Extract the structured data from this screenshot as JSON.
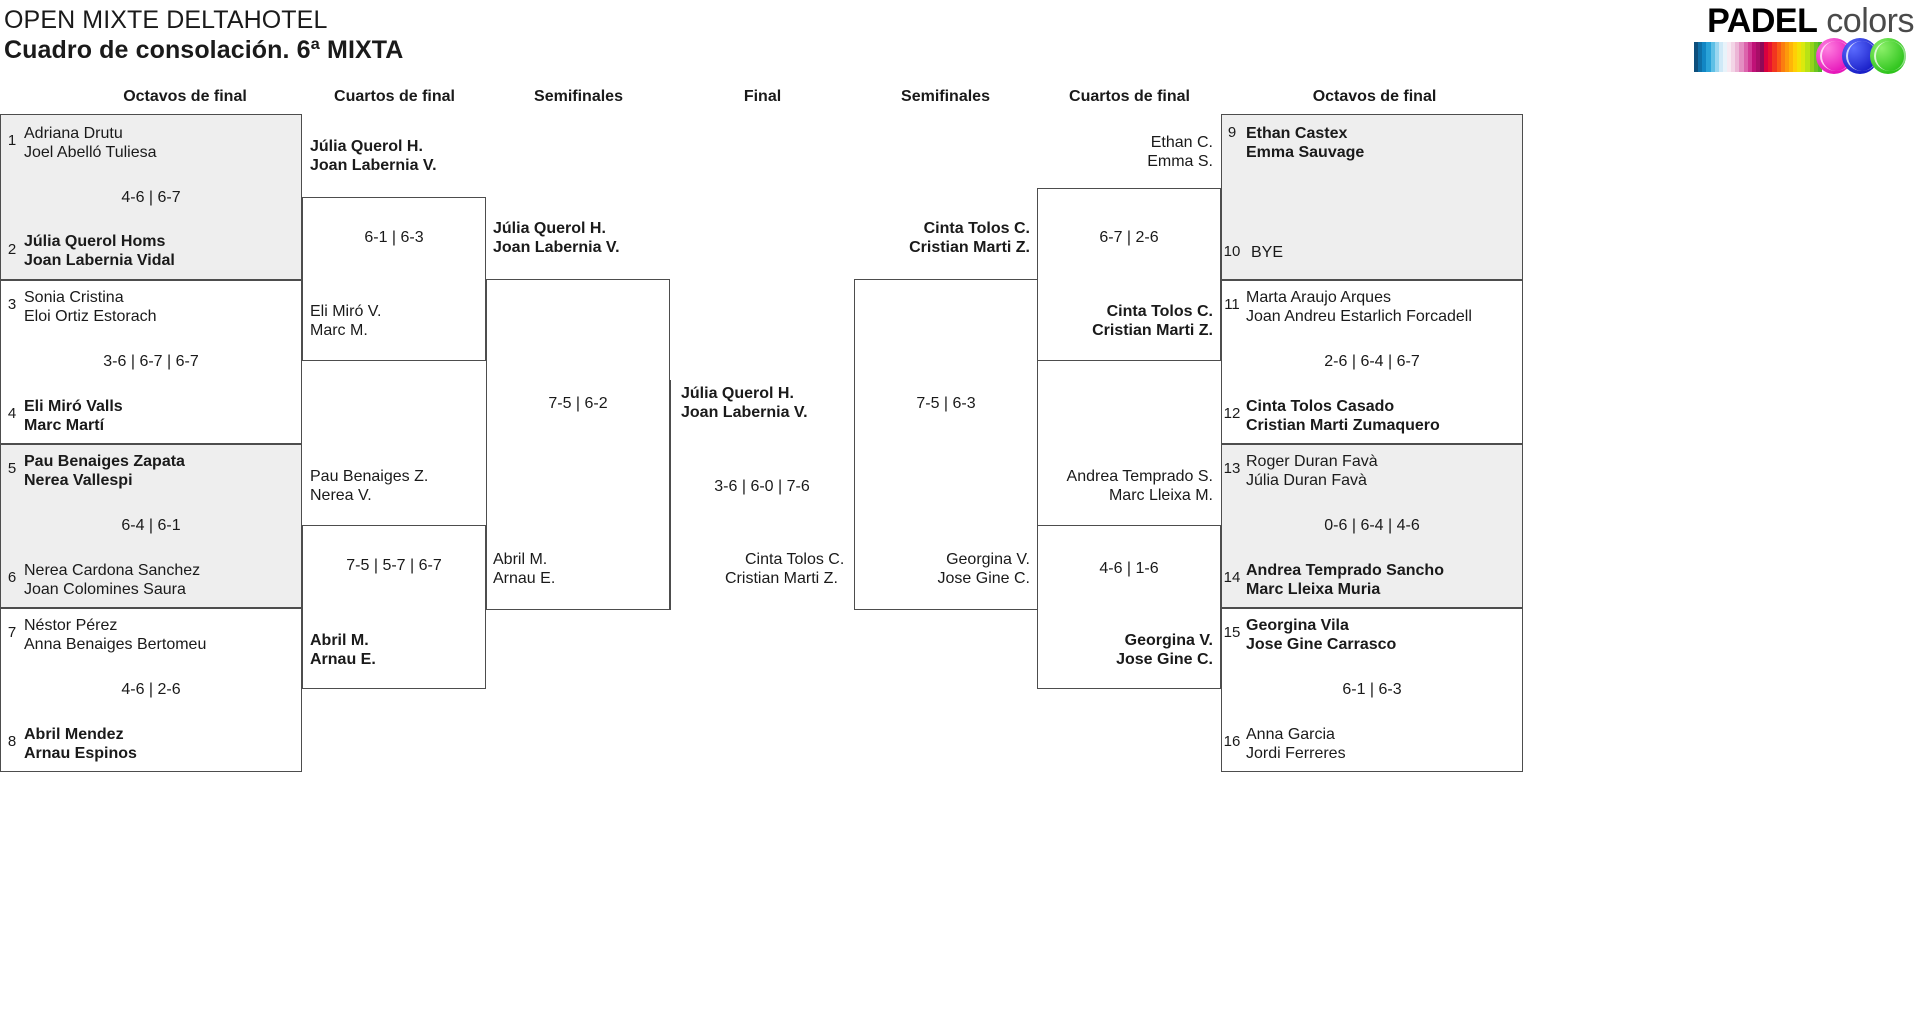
{
  "header": {
    "title": "OPEN MIXTE DELTAHOTEL",
    "subtitle": "Cuadro de consolación. 6ª MIXTA",
    "logo_bold": "PADEL",
    "logo_light": "colors"
  },
  "round_labels": {
    "l_octavos": "Octavos de final",
    "l_cuartos": "Cuartos de final",
    "l_semis": "Semifinales",
    "final": "Final",
    "r_semis": "Semifinales",
    "r_cuartos": "Cuartos de final",
    "r_octavos": "Octavos de final"
  },
  "left_octavos": [
    {
      "seed": "1",
      "p1": "Adriana Drutu",
      "p2": "Joel Abelló Tuliesa",
      "winner": false
    },
    {
      "seed": "2",
      "p1": "Júlia Querol Homs",
      "p2": "Joan Labernia Vidal",
      "winner": true
    },
    {
      "seed": "3",
      "p1": "Sonia Cristina",
      "p2": "Eloi Ortiz Estorach",
      "winner": false
    },
    {
      "seed": "4",
      "p1": "Eli Miró Valls",
      "p2": "Marc Martí",
      "winner": true
    },
    {
      "seed": "5",
      "p1": "Pau Benaiges Zapata",
      "p2": "Nerea Vallespi",
      "winner": true
    },
    {
      "seed": "6",
      "p1": "Nerea Cardona Sanchez",
      "p2": "Joan Colomines Saura",
      "winner": false
    },
    {
      "seed": "7",
      "p1": "Néstor Pérez",
      "p2": "Anna Benaiges Bertomeu",
      "winner": false
    },
    {
      "seed": "8",
      "p1": "Abril Mendez",
      "p2": "Arnau Espinos",
      "winner": true
    }
  ],
  "left_octavos_scores": [
    "4-6 | 6-7",
    "3-6 | 6-7 | 6-7",
    "6-4 | 6-1",
    "4-6 | 2-6"
  ],
  "left_cuartos": [
    {
      "p1": "Júlia Querol H.",
      "p2": "Joan Labernia V.",
      "winner": true,
      "score": "6-1 | 6-3"
    },
    {
      "p1": "Eli Miró V.",
      "p2": "Marc M.",
      "winner": false,
      "score": "6-1 | 6-3"
    },
    {
      "p1": "Pau Benaiges Z.",
      "p2": "Nerea V.",
      "winner": false,
      "score": "7-5 | 5-7 | 6-7"
    },
    {
      "p1": "Abril M.",
      "p2": "Arnau E.",
      "winner": true,
      "score": "7-5 | 5-7 | 6-7"
    }
  ],
  "left_semis": [
    {
      "p1": "Júlia Querol H.",
      "p2": "Joan Labernia V.",
      "winner": true
    },
    {
      "p1": "Abril M.",
      "p2": "Arnau E.",
      "winner": false
    }
  ],
  "left_semis_score": "7-5 | 6-2",
  "final": {
    "top": {
      "p1": "Júlia Querol H.",
      "p2": "Joan Labernia V.",
      "winner": true
    },
    "bottom": {
      "p1": "Cinta Tolos C.",
      "p2": "Cristian Marti Z.",
      "winner": false
    },
    "score": "3-6 | 6-0 | 7-6"
  },
  "right_semis": [
    {
      "p1": "Cinta Tolos C.",
      "p2": "Cristian Marti Z.",
      "winner": true
    },
    {
      "p1": "Georgina V.",
      "p2": "Jose Gine C.",
      "winner": false
    }
  ],
  "right_semis_score": "7-5 | 6-3",
  "right_cuartos": [
    {
      "p1": "Ethan C.",
      "p2": "Emma S.",
      "winner": false,
      "score": "6-7 | 2-6"
    },
    {
      "p1": "Cinta Tolos C.",
      "p2": "Cristian Marti Z.",
      "winner": true,
      "score": "6-7 | 2-6"
    },
    {
      "p1": "Andrea Temprado S.",
      "p2": "Marc Lleixa M.",
      "winner": false,
      "score": "4-6 | 1-6"
    },
    {
      "p1": "Georgina V.",
      "p2": "Jose Gine C.",
      "winner": true,
      "score": "4-6 | 1-6"
    }
  ],
  "right_octavos": [
    {
      "seed": "9",
      "p1": "Ethan Castex",
      "p2": "Emma Sauvage",
      "winner": true,
      "bye": false
    },
    {
      "seed": "10",
      "p1": "BYE",
      "p2": "",
      "winner": false,
      "bye": true
    },
    {
      "seed": "11",
      "p1": "Marta Araujo Arques",
      "p2": "Joan Andreu Estarlich Forcadell",
      "winner": false,
      "bye": false
    },
    {
      "seed": "12",
      "p1": "Cinta Tolos Casado",
      "p2": "Cristian Marti Zumaquero",
      "winner": true,
      "bye": false
    },
    {
      "seed": "13",
      "p1": "Roger Duran Favà",
      "p2": "Júlia Duran Favà",
      "winner": false,
      "bye": false
    },
    {
      "seed": "14",
      "p1": "Andrea Temprado Sancho",
      "p2": "Marc Lleixa Muria",
      "winner": true,
      "bye": false
    },
    {
      "seed": "15",
      "p1": "Georgina Vila",
      "p2": "Jose Gine Carrasco",
      "winner": true,
      "bye": false
    },
    {
      "seed": "16",
      "p1": "Anna Garcia",
      "p2": "Jordi Ferreres",
      "winner": false,
      "bye": false
    }
  ],
  "right_octavos_scores": [
    "",
    "2-6 | 6-4 | 6-7",
    "0-6 | 6-4 | 4-6",
    "6-1 | 6-3"
  ],
  "logo_bar_colors": [
    "#0d4f7c",
    "#0e6ea6",
    "#1186c4",
    "#2aa3d8",
    "#5fc0e6",
    "#9bd7f0",
    "#cfe9f7",
    "#e8f3fa",
    "#f7eaf2",
    "#f3d4e6",
    "#ecb5d6",
    "#e48ec2",
    "#dc63ac",
    "#d13a94",
    "#c01177",
    "#a80e67",
    "#8e0a57",
    "#d9003f",
    "#e8142f",
    "#f2361f",
    "#f85a16",
    "#fb7d10",
    "#fd9a0b",
    "#ffb508",
    "#ffcf06",
    "#f3e207",
    "#dbe90d",
    "#b9e215",
    "#93d41b",
    "#6cc421",
    "#4cb826"
  ]
}
